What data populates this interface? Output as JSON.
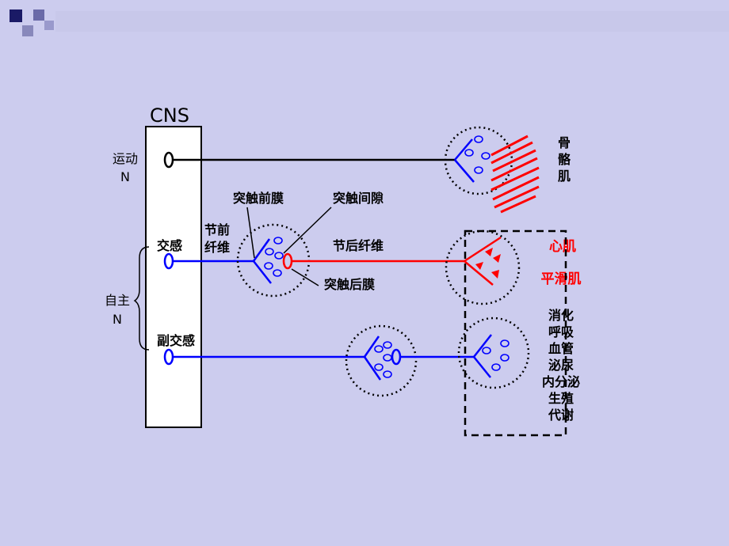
{
  "cns_label": "CNS",
  "motor_label_line1": "运动",
  "motor_label_line2": "N",
  "autonomic_label_line1": "自主",
  "autonomic_label_line2": "N",
  "sympathetic_label": "交感",
  "parasympathetic_label": "副交感",
  "preganglionic_line1": "节前",
  "preganglionic_line2": "纤维",
  "postganglionic_label": "节后纤维",
  "presynaptic_membrane_label": "突触前膜",
  "synaptic_cleft_label": "突触间隙",
  "postsynaptic_membrane_label": "突触后膜",
  "skeletal_muscle_chars": [
    "骨",
    "骼",
    "肌"
  ],
  "cardiac_muscle_label": "心肌",
  "smooth_muscle_label": "平滑肌",
  "gland_targets": [
    "消化",
    "呼吸",
    "血管",
    "泌尿",
    "内分泌",
    "生殖",
    "代谢"
  ],
  "colors": {
    "background": "#ccccee",
    "sympathetic_fiber": "#0000ff",
    "postganglionic_fiber": "#ff0000",
    "motor_fiber": "#000000",
    "effector_label": "#ff0000"
  }
}
